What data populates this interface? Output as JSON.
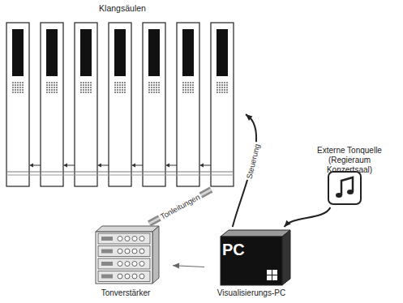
{
  "diagram": {
    "nodes": [
      {
        "text": [
          "Klangsäulen"
        ]
      },
      {
        "text": [
          "Tonverstärker"
        ]
      },
      {
        "text": [
          "PC",
          "Visualisierungs-PC"
        ]
      },
      {
        "text": [
          "Externe Tonquelle (Regieraum Konzertsaal)"
        ]
      }
    ],
    "edges": [
      {
        "from": 1,
        "to": 0,
        "arrow": "none",
        "label": "Tonleitungen"
      },
      {
        "from": 2,
        "to": 0,
        "arrow": "to",
        "label": "Steuerung"
      },
      {
        "from": 2,
        "to": 1,
        "arrow": "to"
      },
      {
        "from": 3,
        "to": 2,
        "arrow": "to"
      }
    ]
  }
}
